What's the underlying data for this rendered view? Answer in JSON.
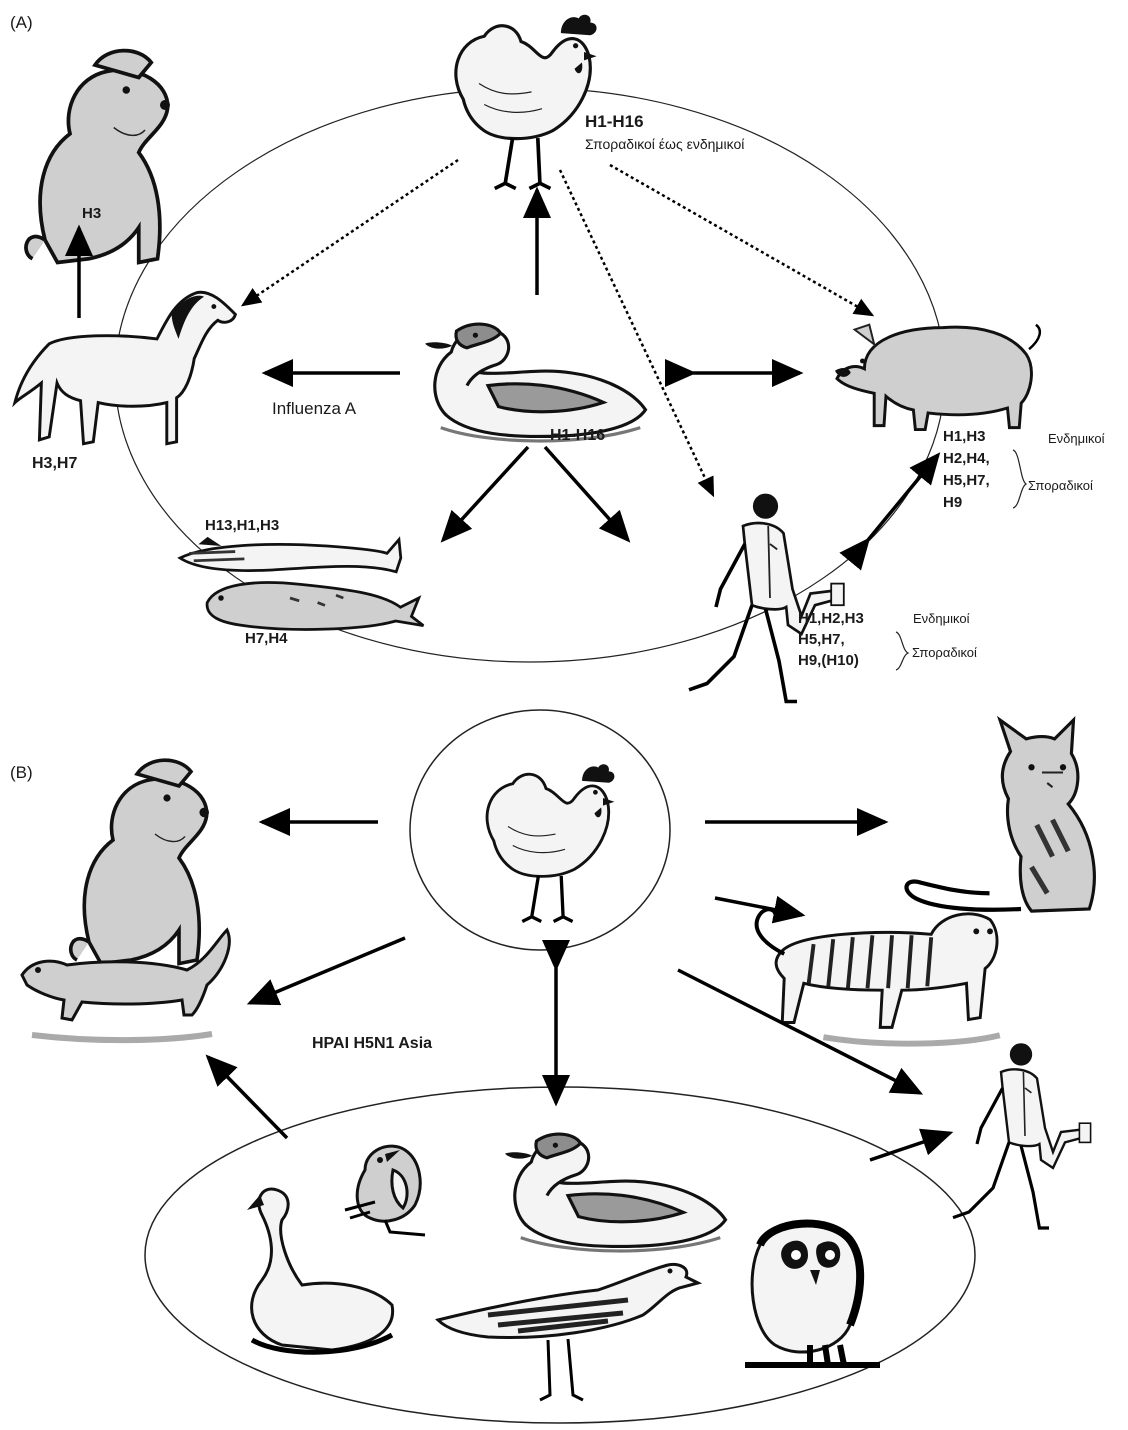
{
  "panel_a": {
    "label": "(A)",
    "chicken_subtypes": "H1-H16",
    "chicken_note": "Σποραδικοί έως ενδημικοί",
    "dog_subtypes": "H3",
    "horse_subtypes": "H3,H7",
    "center_text": "Influenza A",
    "duck_subtypes": "H1-H16",
    "marine_top": "H13,H1,H3",
    "marine_bottom": "H7,H4",
    "pig_endemic": "H1,H3",
    "pig_endemic_note": "Ενδημικοί",
    "pig_sporadic_1": "H2,H4,",
    "pig_sporadic_2": "H5,H7,",
    "pig_sporadic_3": "H9",
    "pig_sporadic_note": "Σποραδικοί",
    "human_endemic": "H1,H2,H3",
    "human_endemic_note": "Ενδημικοί",
    "human_sporadic_1": "H5,H7,",
    "human_sporadic_2": "H9,(H10)",
    "human_sporadic_note": "Σποραδικοί"
  },
  "panel_b": {
    "label": "(B)",
    "center_text": "HPAI H5N1 Asia"
  },
  "icons": [
    "dog-icon",
    "chicken-icon",
    "horse-icon",
    "duck-icon",
    "pig-icon",
    "human-icon",
    "whale-icon",
    "seal-icon",
    "cat-icon",
    "tiger-icon",
    "ferret-icon",
    "swan-icon",
    "songbird-icon",
    "gull-icon",
    "owl-icon"
  ]
}
